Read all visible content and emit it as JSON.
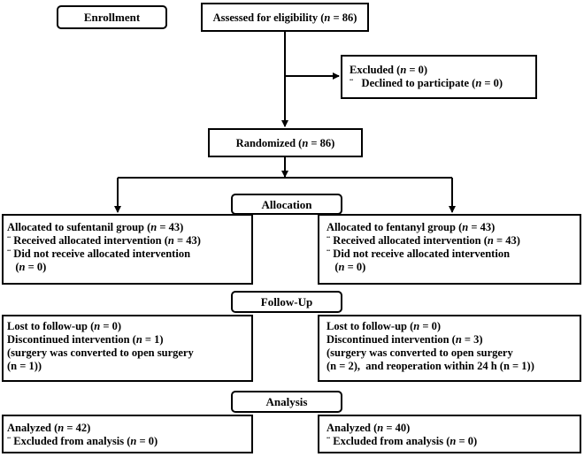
{
  "stages": {
    "enrollment": "Enrollment",
    "allocation": "Allocation",
    "followup": "Follow-Up",
    "analysis": "Analysis"
  },
  "assessed": {
    "prefix": "Assessed for eligibility (",
    "n": "n",
    "suffix": " = 86)"
  },
  "excluded": {
    "line1_prefix": "Excluded  (",
    "line1_n": "n",
    "line1_suffix": " = 0)",
    "line2_bullet": "¨",
    "line2_prefix": "   Declined to participate (",
    "line2_n": "n",
    "line2_suffix": " = 0)"
  },
  "randomized": {
    "prefix": "Randomized (",
    "n": "n",
    "suffix": " = 86)"
  },
  "alloc_left": {
    "l1_prefix": "Allocated to sufentanil group (",
    "l1_n": "n",
    "l1_suffix": " = 43)",
    "l2_prefix": "¨ Received allocated intervention (",
    "l2_n": "n",
    "l2_suffix": " = 43)",
    "l3": "¨ Did not receive allocated intervention",
    "l4_prefix": "   (",
    "l4_n": "n",
    "l4_suffix": " = 0)"
  },
  "alloc_right": {
    "l1_prefix": "Allocated to fentanyl group (",
    "l1_n": "n",
    "l1_suffix": " = 43)",
    "l2_prefix": "¨ Received allocated intervention (",
    "l2_n": "n",
    "l2_suffix": " = 43)",
    "l3": "¨ Did not receive allocated intervention",
    "l4_prefix": "   (",
    "l4_n": "n",
    "l4_suffix": " = 0)"
  },
  "follow_left": {
    "l1_prefix": "Lost to follow-up (",
    "l1_n": "n",
    "l1_suffix": " = 0)",
    "l2_prefix": "Discontinued intervention (",
    "l2_n": "n",
    "l2_suffix": " = 1)",
    "l3": "(surgery was converted to open surgery",
    "l4": "(n = 1))"
  },
  "follow_right": {
    "l1_prefix": "Lost to follow-up (",
    "l1_n": "n",
    "l1_suffix": " = 0)",
    "l2_prefix": "Discontinued intervention (",
    "l2_n": "n",
    "l2_suffix": " = 3)",
    "l3": "(surgery was converted to open surgery",
    "l4": "(n = 2),  and reoperation within 24 h (n = 1))"
  },
  "analysis_left": {
    "l1_prefix": "Analyzed (",
    "l1_n": "n",
    "l1_suffix": " = 42)",
    "l2_prefix": "¨ Excluded from analysis (",
    "l2_n": "n",
    "l2_suffix": " = 0)"
  },
  "analysis_right": {
    "l1_prefix": "Analyzed (",
    "l1_n": "n",
    "l1_suffix": " = 40)",
    "l2_prefix": "¨ Excluded from analysis (",
    "l2_n": "n",
    "l2_suffix": " = 0)"
  }
}
